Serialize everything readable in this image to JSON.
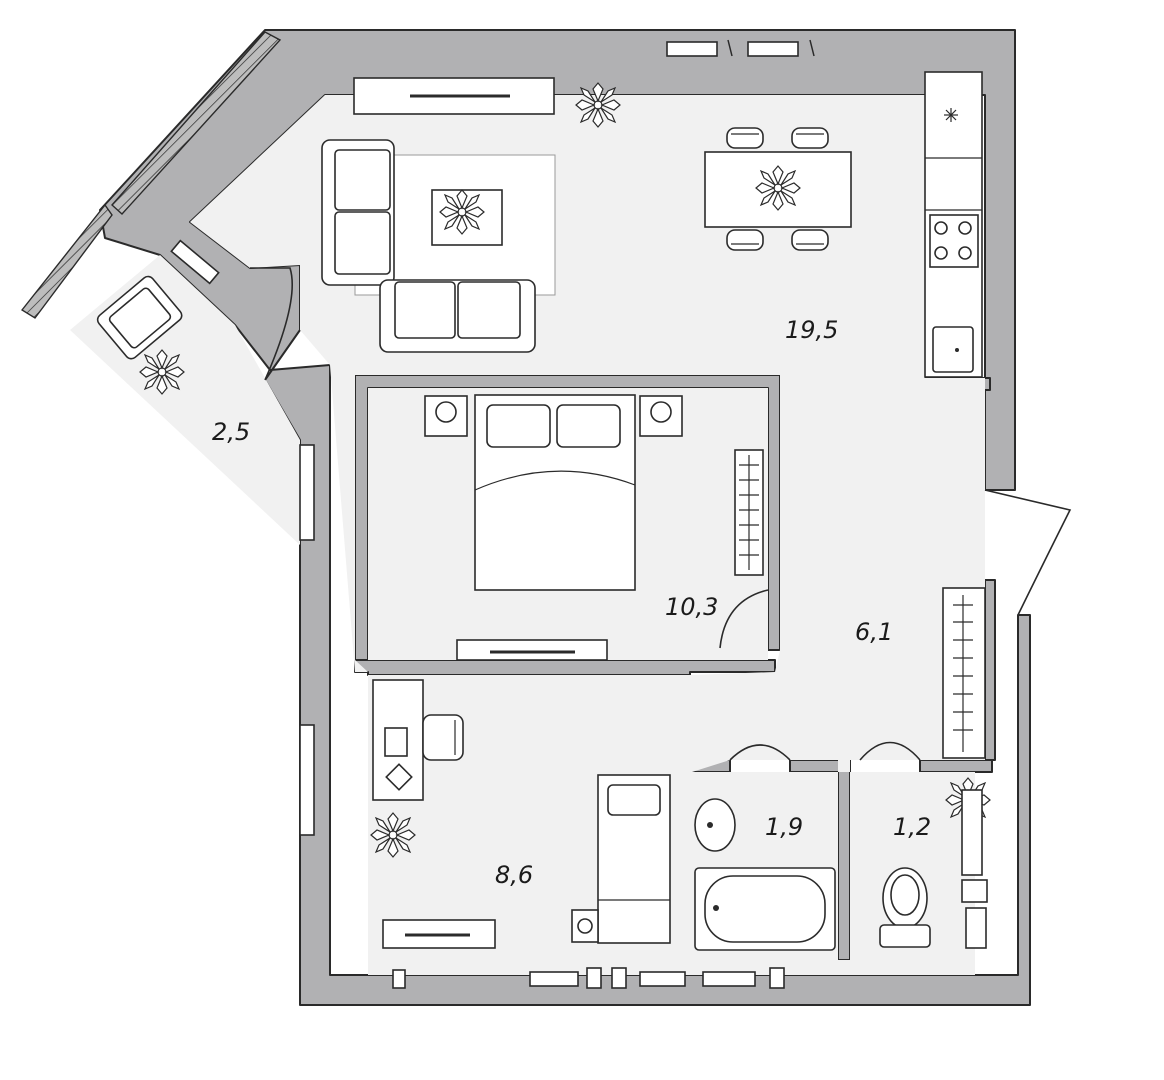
{
  "rooms": [
    {
      "id": "living-kitchen",
      "area": "19,5"
    },
    {
      "id": "balcony",
      "area": "2,5"
    },
    {
      "id": "bedroom",
      "area": "10,3"
    },
    {
      "id": "hallway",
      "area": "6,1"
    },
    {
      "id": "study",
      "area": "8,6"
    },
    {
      "id": "bathroom",
      "area": "1,9"
    },
    {
      "id": "toilet",
      "area": "1,2"
    }
  ],
  "icons": [
    "plant-icon",
    "stove-icon",
    "sink-icon",
    "bed-icon",
    "sofa-icon",
    "dining-table-icon",
    "toilet-icon",
    "bathtub-icon",
    "laptop-icon",
    "armchair-icon",
    "radiator-icon"
  ],
  "colors": {
    "wall": "#b1b1b3",
    "floor": "#f1f1f1",
    "outline": "#2a2a2a"
  }
}
